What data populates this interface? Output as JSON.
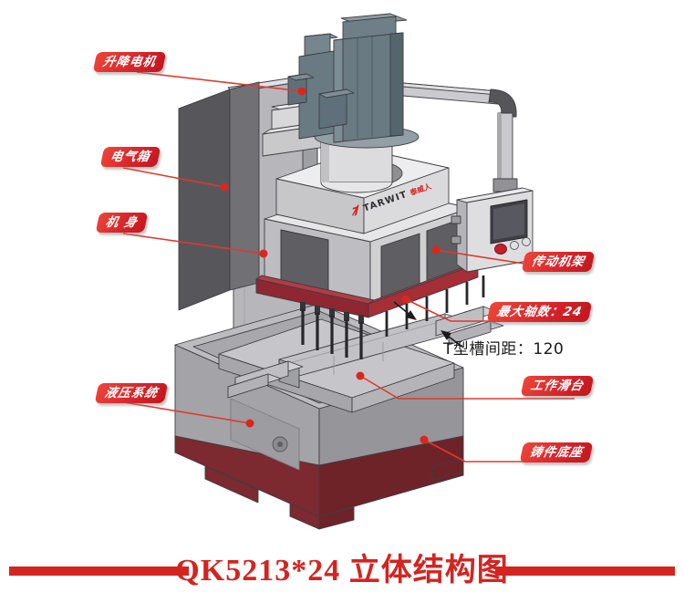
{
  "title": {
    "text": "QK5213*24 立体结构图"
  },
  "brand": {
    "mark": "7",
    "name": "TARWIT",
    "suffix": "泰威人"
  },
  "annotations": {
    "lift_motor": "升降电机",
    "electric_box": "电气箱",
    "machine_body": "机 身",
    "hydraulic_system": "液压系统",
    "transmission_frame": "传动机架",
    "max_spindle_count": "最大轴数：24",
    "work_slide": "工作滑台",
    "casting_base": "铸件底座",
    "t_slot_spacing": "T型槽间距：120"
  },
  "colors": {
    "accent_red": "#d42420",
    "badge_red": "#d7262c",
    "spindle_plate_red": "#8e2731",
    "base_bottom_red": "#7c2930",
    "machine_light_gray": "#c6c6ca",
    "electric_box_gray": "#57575b",
    "motor_blue_gray": "#697a83"
  }
}
